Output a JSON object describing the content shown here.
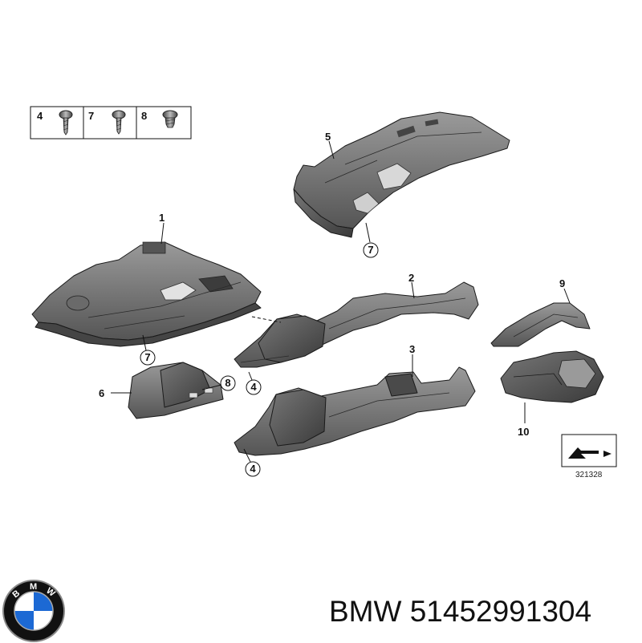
{
  "legend_boxes": [
    {
      "number": "4",
      "icon": "screw-icon"
    },
    {
      "number": "7",
      "icon": "screw-icon"
    },
    {
      "number": "8",
      "icon": "screw-icon"
    }
  ],
  "callouts": {
    "part_1": "1",
    "part_2": "2",
    "part_3": "3",
    "part_5": "5",
    "part_6": "6",
    "part_9": "9",
    "part_10": "10",
    "screw_7_a": "7",
    "screw_7_b": "7",
    "screw_8": "8",
    "screw_4_a": "4",
    "screw_4_b": "4"
  },
  "reference_code": "321328",
  "brand": {
    "name": "BMW",
    "part_number": "51452991304",
    "logo_letters": [
      "B",
      "M",
      "W"
    ]
  },
  "colors": {
    "part_light": "#8a8a8a",
    "part_mid": "#5e5e5e",
    "part_dark": "#3c3c3c",
    "logo_blue": "#1c69d4",
    "logo_ring": "#111111"
  }
}
